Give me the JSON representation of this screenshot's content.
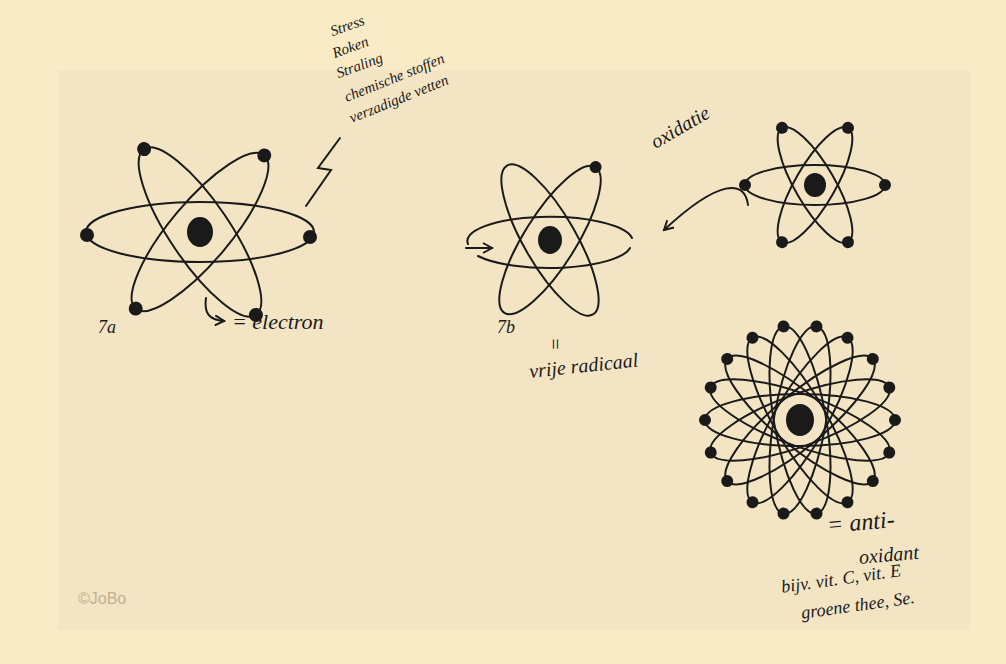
{
  "diagram": {
    "labels": [
      "Stress",
      "Roken",
      "Straling",
      "chemische stoffen",
      "verzadigde vetten",
      "7a",
      "= electron",
      "7b",
      "=",
      "vrije radicaal",
      "oxidatie",
      "= anti-",
      "oxidant",
      "bijv. vit. C, vit. E",
      "groene thee, Se.",
      "©JoBo"
    ]
  }
}
